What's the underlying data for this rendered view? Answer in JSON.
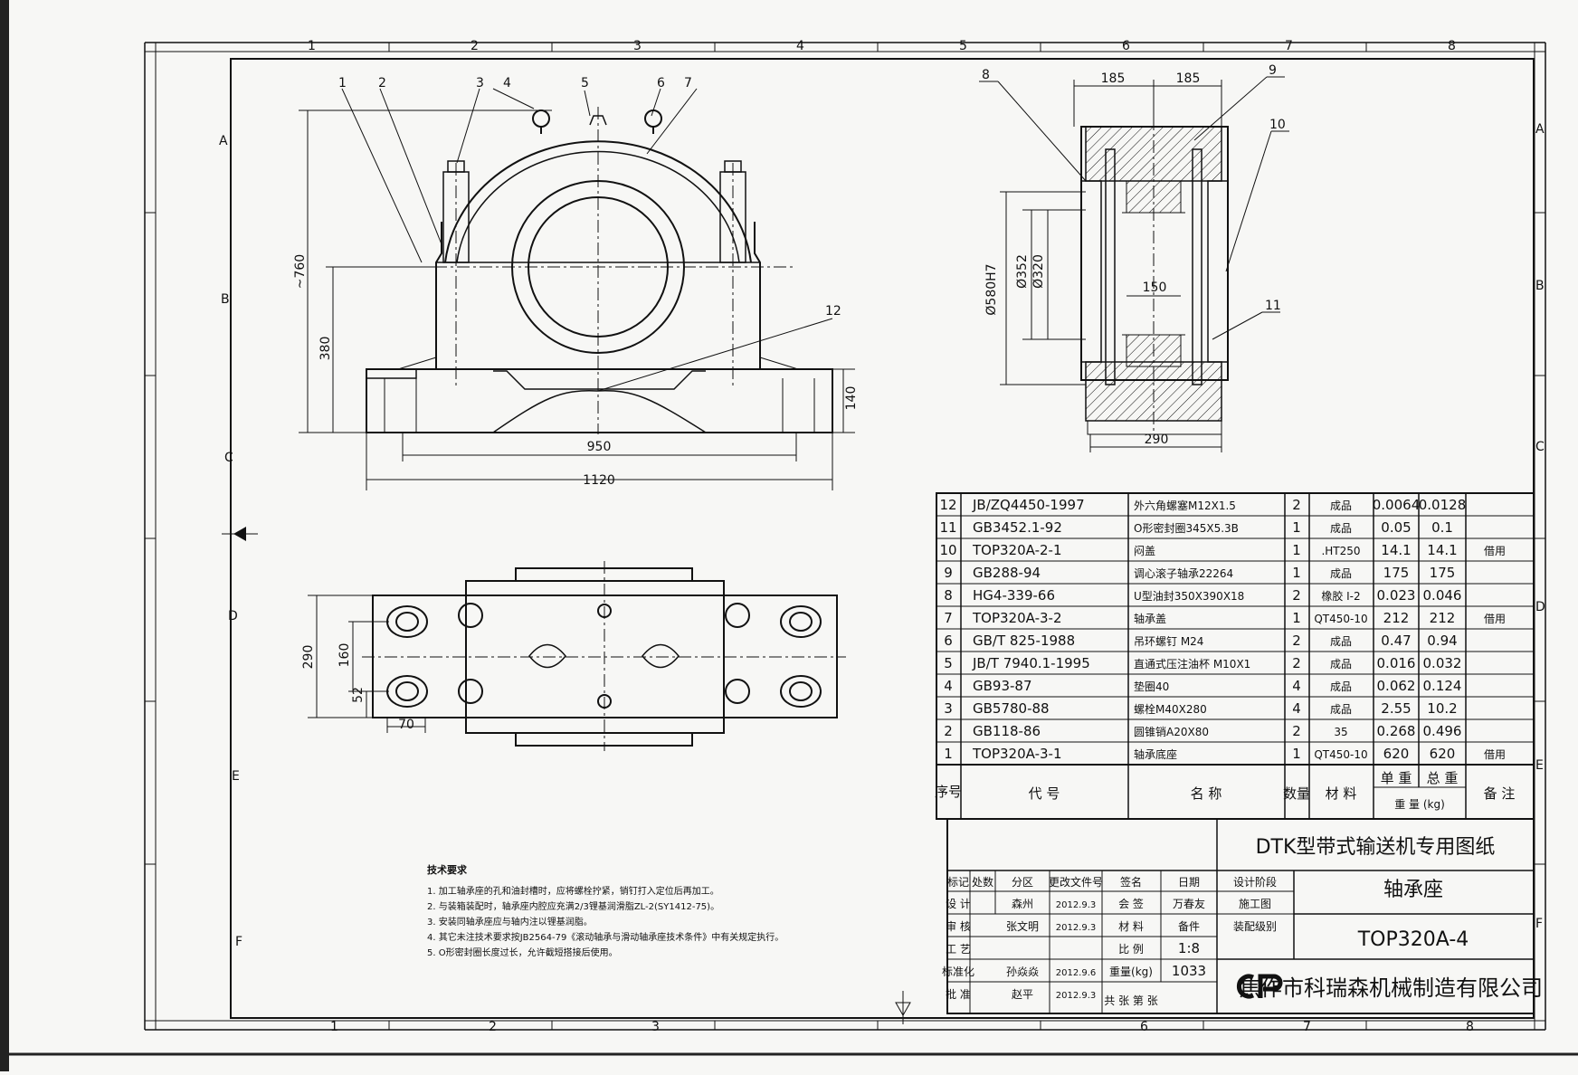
{
  "zones": {
    "columns": [
      "1",
      "2",
      "3",
      "4",
      "5",
      "6",
      "7",
      "8"
    ],
    "rows": [
      "A",
      "B",
      "C",
      "D",
      "E",
      "F"
    ]
  },
  "front_view": {
    "dims": {
      "height_total": "~760",
      "center_height": "380",
      "base_height": "140",
      "bolt_spacing": "950",
      "overall_length": "1120"
    },
    "callouts": [
      "1",
      "2",
      "3",
      "4",
      "5",
      "6",
      "7",
      "12"
    ]
  },
  "section_view": {
    "dims": {
      "left_width": "185",
      "right_width": "185",
      "housing_bore": "Ø580H7",
      "seal_dia": "Ø352",
      "shaft_dia": "Ø320",
      "bearing_width": "150",
      "total_width": "290"
    },
    "callouts": [
      "8",
      "9",
      "10",
      "11"
    ]
  },
  "plan_view": {
    "dims": {
      "width": "290",
      "bolt_row": "160",
      "offset": "52",
      "hole_edge": "70"
    }
  },
  "parts": [
    {
      "no": "12",
      "code": "JB/ZQ4450-1997",
      "name": "外六角螺塞M12X1.5",
      "qty": "2",
      "material": "成品",
      "unit_w": "0.0064",
      "total_w": "0.0128",
      "remark": ""
    },
    {
      "no": "11",
      "code": "GB3452.1-92",
      "name": "O形密封圈345X5.3B",
      "qty": "1",
      "material": "成品",
      "unit_w": "0.05",
      "total_w": "0.1",
      "remark": ""
    },
    {
      "no": "10",
      "code": "TOP320A-2-1",
      "name": "闷盖",
      "qty": "1",
      "material": ".HT250",
      "unit_w": "14.1",
      "total_w": "14.1",
      "remark": "借用"
    },
    {
      "no": "9",
      "code": "GB288-94",
      "name": "调心滚子轴承22264",
      "qty": "1",
      "material": "成品",
      "unit_w": "175",
      "total_w": "175",
      "remark": ""
    },
    {
      "no": "8",
      "code": "HG4-339-66",
      "name": "U型油封350X390X18",
      "qty": "2",
      "material": "橡胶 I-2",
      "unit_w": "0.023",
      "total_w": "0.046",
      "remark": ""
    },
    {
      "no": "7",
      "code": "TOP320A-3-2",
      "name": "轴承盖",
      "qty": "1",
      "material": "QT450-10",
      "unit_w": "212",
      "total_w": "212",
      "remark": "借用"
    },
    {
      "no": "6",
      "code": "GB/T 825-1988",
      "name": "吊环螺钉 M24",
      "qty": "2",
      "material": "成品",
      "unit_w": "0.47",
      "total_w": "0.94",
      "remark": ""
    },
    {
      "no": "5",
      "code": "JB/T 7940.1-1995",
      "name": "直通式压注油杯 M10X1",
      "qty": "2",
      "material": "成品",
      "unit_w": "0.016",
      "total_w": "0.032",
      "remark": ""
    },
    {
      "no": "4",
      "code": "GB93-87",
      "name": "垫圈40",
      "qty": "4",
      "material": "成品",
      "unit_w": "0.062",
      "total_w": "0.124",
      "remark": ""
    },
    {
      "no": "3",
      "code": "GB5780-88",
      "name": "螺栓M40X280",
      "qty": "4",
      "material": "成品",
      "unit_w": "2.55",
      "total_w": "10.2",
      "remark": ""
    },
    {
      "no": "2",
      "code": "GB118-86",
      "name": "圆锥销A20X80",
      "qty": "2",
      "material": "35",
      "unit_w": "0.268",
      "total_w": "0.496",
      "remark": ""
    },
    {
      "no": "1",
      "code": "TOP320A-3-1",
      "name": "轴承底座",
      "qty": "1",
      "material": "QT450-10",
      "unit_w": "620",
      "total_w": "620",
      "remark": "借用"
    }
  ],
  "parts_header": {
    "no": "序号",
    "code": "代 号",
    "name": "名 称",
    "qty": "数量",
    "material": "材 料",
    "unit_w": "单 重",
    "total_w": "总 重",
    "weight": "重 量 (kg)",
    "remark": "备 注"
  },
  "title_block": {
    "series_title": "DTK型带式输送机专用图纸",
    "part_name": "轴承座",
    "drawing_no": "TOP320A-4",
    "company": "焦作市科瑞森机械制造有限公司",
    "logo_text": "CR",
    "revision_headers": [
      "标记",
      "处数",
      "分区",
      "更改文件号",
      "签名",
      "日期"
    ],
    "labels": {
      "design": "设 计",
      "review": "审 核",
      "process": "工 艺",
      "standard": "标准化",
      "approve": "批 准",
      "countersign": "会 签",
      "material": "材 料",
      "scale": "比 例",
      "weight": "重量(kg)",
      "stage": "设计阶段",
      "construction": "施工图",
      "assembly": "装配级别",
      "total_sheets": "共    张 第    张",
      "blank": "备件"
    },
    "values": {
      "scale": "1:8",
      "weight": "1033"
    },
    "signatures": {
      "design_name": "森州",
      "design_date": "2012.9.3",
      "review_name": "张文明",
      "review_date": "2012.9.3",
      "countersign": "万春友",
      "standard_name": "孙焱焱",
      "standard_date": "2012.9.6",
      "approve_name": "赵平",
      "approve_date": "2012.9.3"
    }
  },
  "tech_requirements": {
    "title": "技术要求",
    "items": [
      "1. 加工轴承座的孔和油封槽时，应将螺栓拧紧，销钉打入定位后再加工。",
      "2. 与装箱装配时，轴承座内腔应充满2/3锂基润滑脂ZL-2(SY1412-75)。",
      "3. 安装同轴承座应与轴内注以锂基润脂。",
      "4. 其它未注技术要求按JB2564-79《滚动轴承与滑动轴承座技术条件》中有关规定执行。",
      "5. O形密封圈长度过长，允许截短搭接后使用。"
    ]
  }
}
